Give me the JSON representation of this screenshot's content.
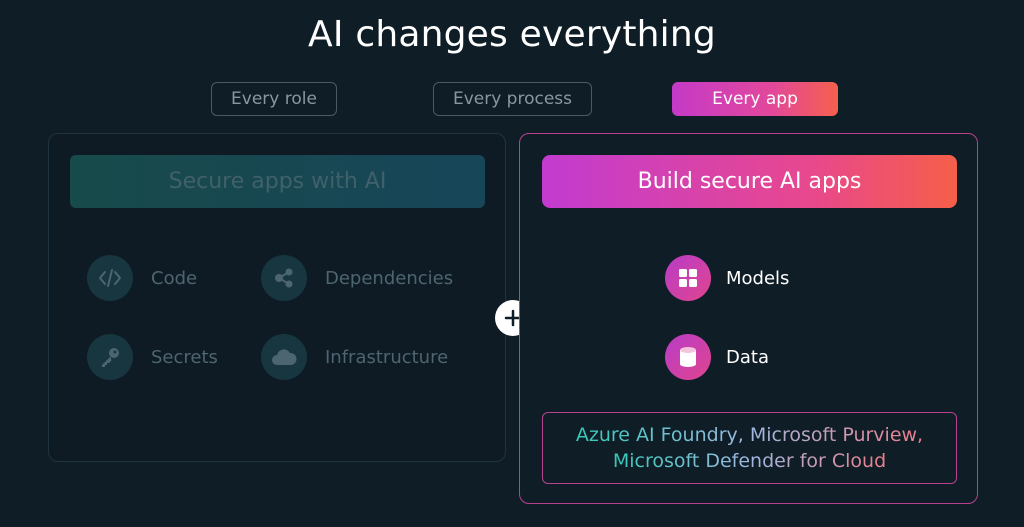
{
  "title": "AI changes everything",
  "tabs": [
    {
      "label": "Every role"
    },
    {
      "label": "Every process"
    },
    {
      "label": "Every app"
    }
  ],
  "left_panel": {
    "header": "Secure apps with AI",
    "items": [
      {
        "label": "Code",
        "icon": "code-icon"
      },
      {
        "label": "Dependencies",
        "icon": "share-icon"
      },
      {
        "label": "Secrets",
        "icon": "key-icon"
      },
      {
        "label": "Infrastructure",
        "icon": "cloud-icon"
      }
    ]
  },
  "right_panel": {
    "header": "Build secure AI apps",
    "items": [
      {
        "label": "Models",
        "icon": "models-icon"
      },
      {
        "label": "Data",
        "icon": "database-icon"
      }
    ],
    "products_line1": "Azure AI Foundry, Microsoft Purview,",
    "products_line2": "Microsoft Defender for Cloud"
  },
  "colors": {
    "background": "#0f1d26",
    "accent_start": "#c23bd0",
    "accent_end": "#f55f48",
    "dim_text": "#4d6570"
  }
}
